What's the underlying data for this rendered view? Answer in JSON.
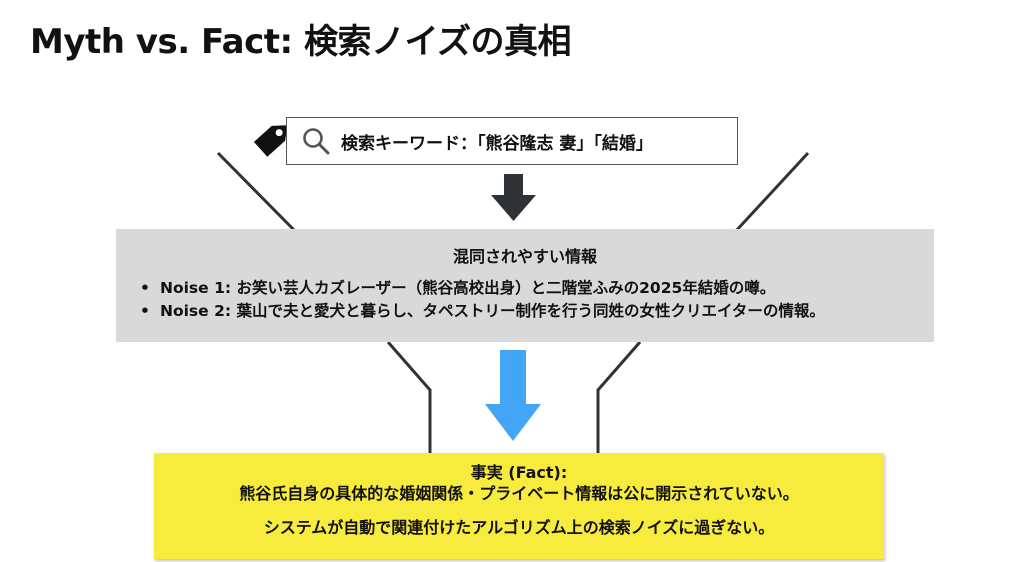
{
  "title": "Myth vs. Fact: 検索ノイズの真相",
  "search": {
    "keywords": "検索キーワード：「熊谷隆志 妻」「結婚」",
    "icon": "search-icon",
    "tag_icon": "tag-icon"
  },
  "noise": {
    "heading": "混同されやすい情報",
    "items": [
      {
        "bullet": "•",
        "text": "Noise 1: お笑い芸人カズレーザー（熊谷高校出身）と二階堂ふみの2025年結婚の噂。"
      },
      {
        "bullet": "•",
        "text": "Noise 2: 葉山で夫と愛犬と暮らし、タペストリー制作を行う同姓の女性クリエイターの情報。"
      }
    ]
  },
  "fact": {
    "heading": "事実 (Fact):",
    "line1": "熊谷氏自身の具体的な婚姻関係・プライベート情報は公に開示されていない。",
    "line2": "システムが自動で関連付けたアルゴリズム上の検索ノイズに過ぎない。"
  },
  "colors": {
    "background": "#ffffff",
    "noise_box": "#d9d9d9",
    "fact_box": "#f7ec3d",
    "dark_arrow": "#2e3136",
    "blue_arrow": "#42a5f5",
    "funnel_lines": "#2f3236"
  }
}
